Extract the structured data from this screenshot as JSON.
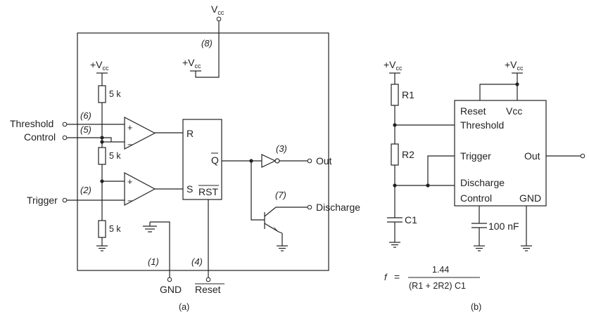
{
  "left": {
    "vcc_top": "V",
    "vcc_top_sub": "cc",
    "vcc_left_plus": "+V",
    "vcc_left_sub": "cc",
    "vcc_inner_plus": "+V",
    "vcc_inner_sub": "cc",
    "pin8": "(8)",
    "pin6": "(6)",
    "pin5": "(5)",
    "pin2": "(2)",
    "pin3": "(3)",
    "pin7": "(7)",
    "pin1": "(1)",
    "pin4": "(4)",
    "threshold": "Threshold",
    "control": "Control",
    "trigger": "Trigger",
    "out": "Out",
    "discharge": "Discharge",
    "gnd": "GND",
    "reset": "Reset",
    "r1": "5 k",
    "r2": "5 k",
    "r3": "5 k",
    "comp_plus_1": "+",
    "comp_minus_1": "−",
    "comp_plus_2": "+",
    "comp_minus_2": "−",
    "ff_r": "R",
    "ff_s": "S",
    "ff_q": "Q",
    "ff_rst": "RST",
    "caption": "(a)"
  },
  "right": {
    "vcc_left_plus": "+V",
    "vcc_left_sub": "cc",
    "vcc_chip_plus": "+V",
    "vcc_chip_sub": "cc",
    "r1": "R1",
    "r2": "R2",
    "c1": "C1",
    "cap": "100 nF",
    "chip_reset": "Reset",
    "chip_vcc": "Vcc",
    "chip_threshold": "Threshold",
    "chip_trigger": "Trigger",
    "chip_out": "Out",
    "chip_discharge": "Discharge",
    "chip_control": "Control",
    "chip_gnd": "GND",
    "formula_f": "f",
    "formula_eq": "=",
    "formula_num": "1.44",
    "formula_den": "(R1 + 2R2) C1",
    "caption": "(b)"
  }
}
